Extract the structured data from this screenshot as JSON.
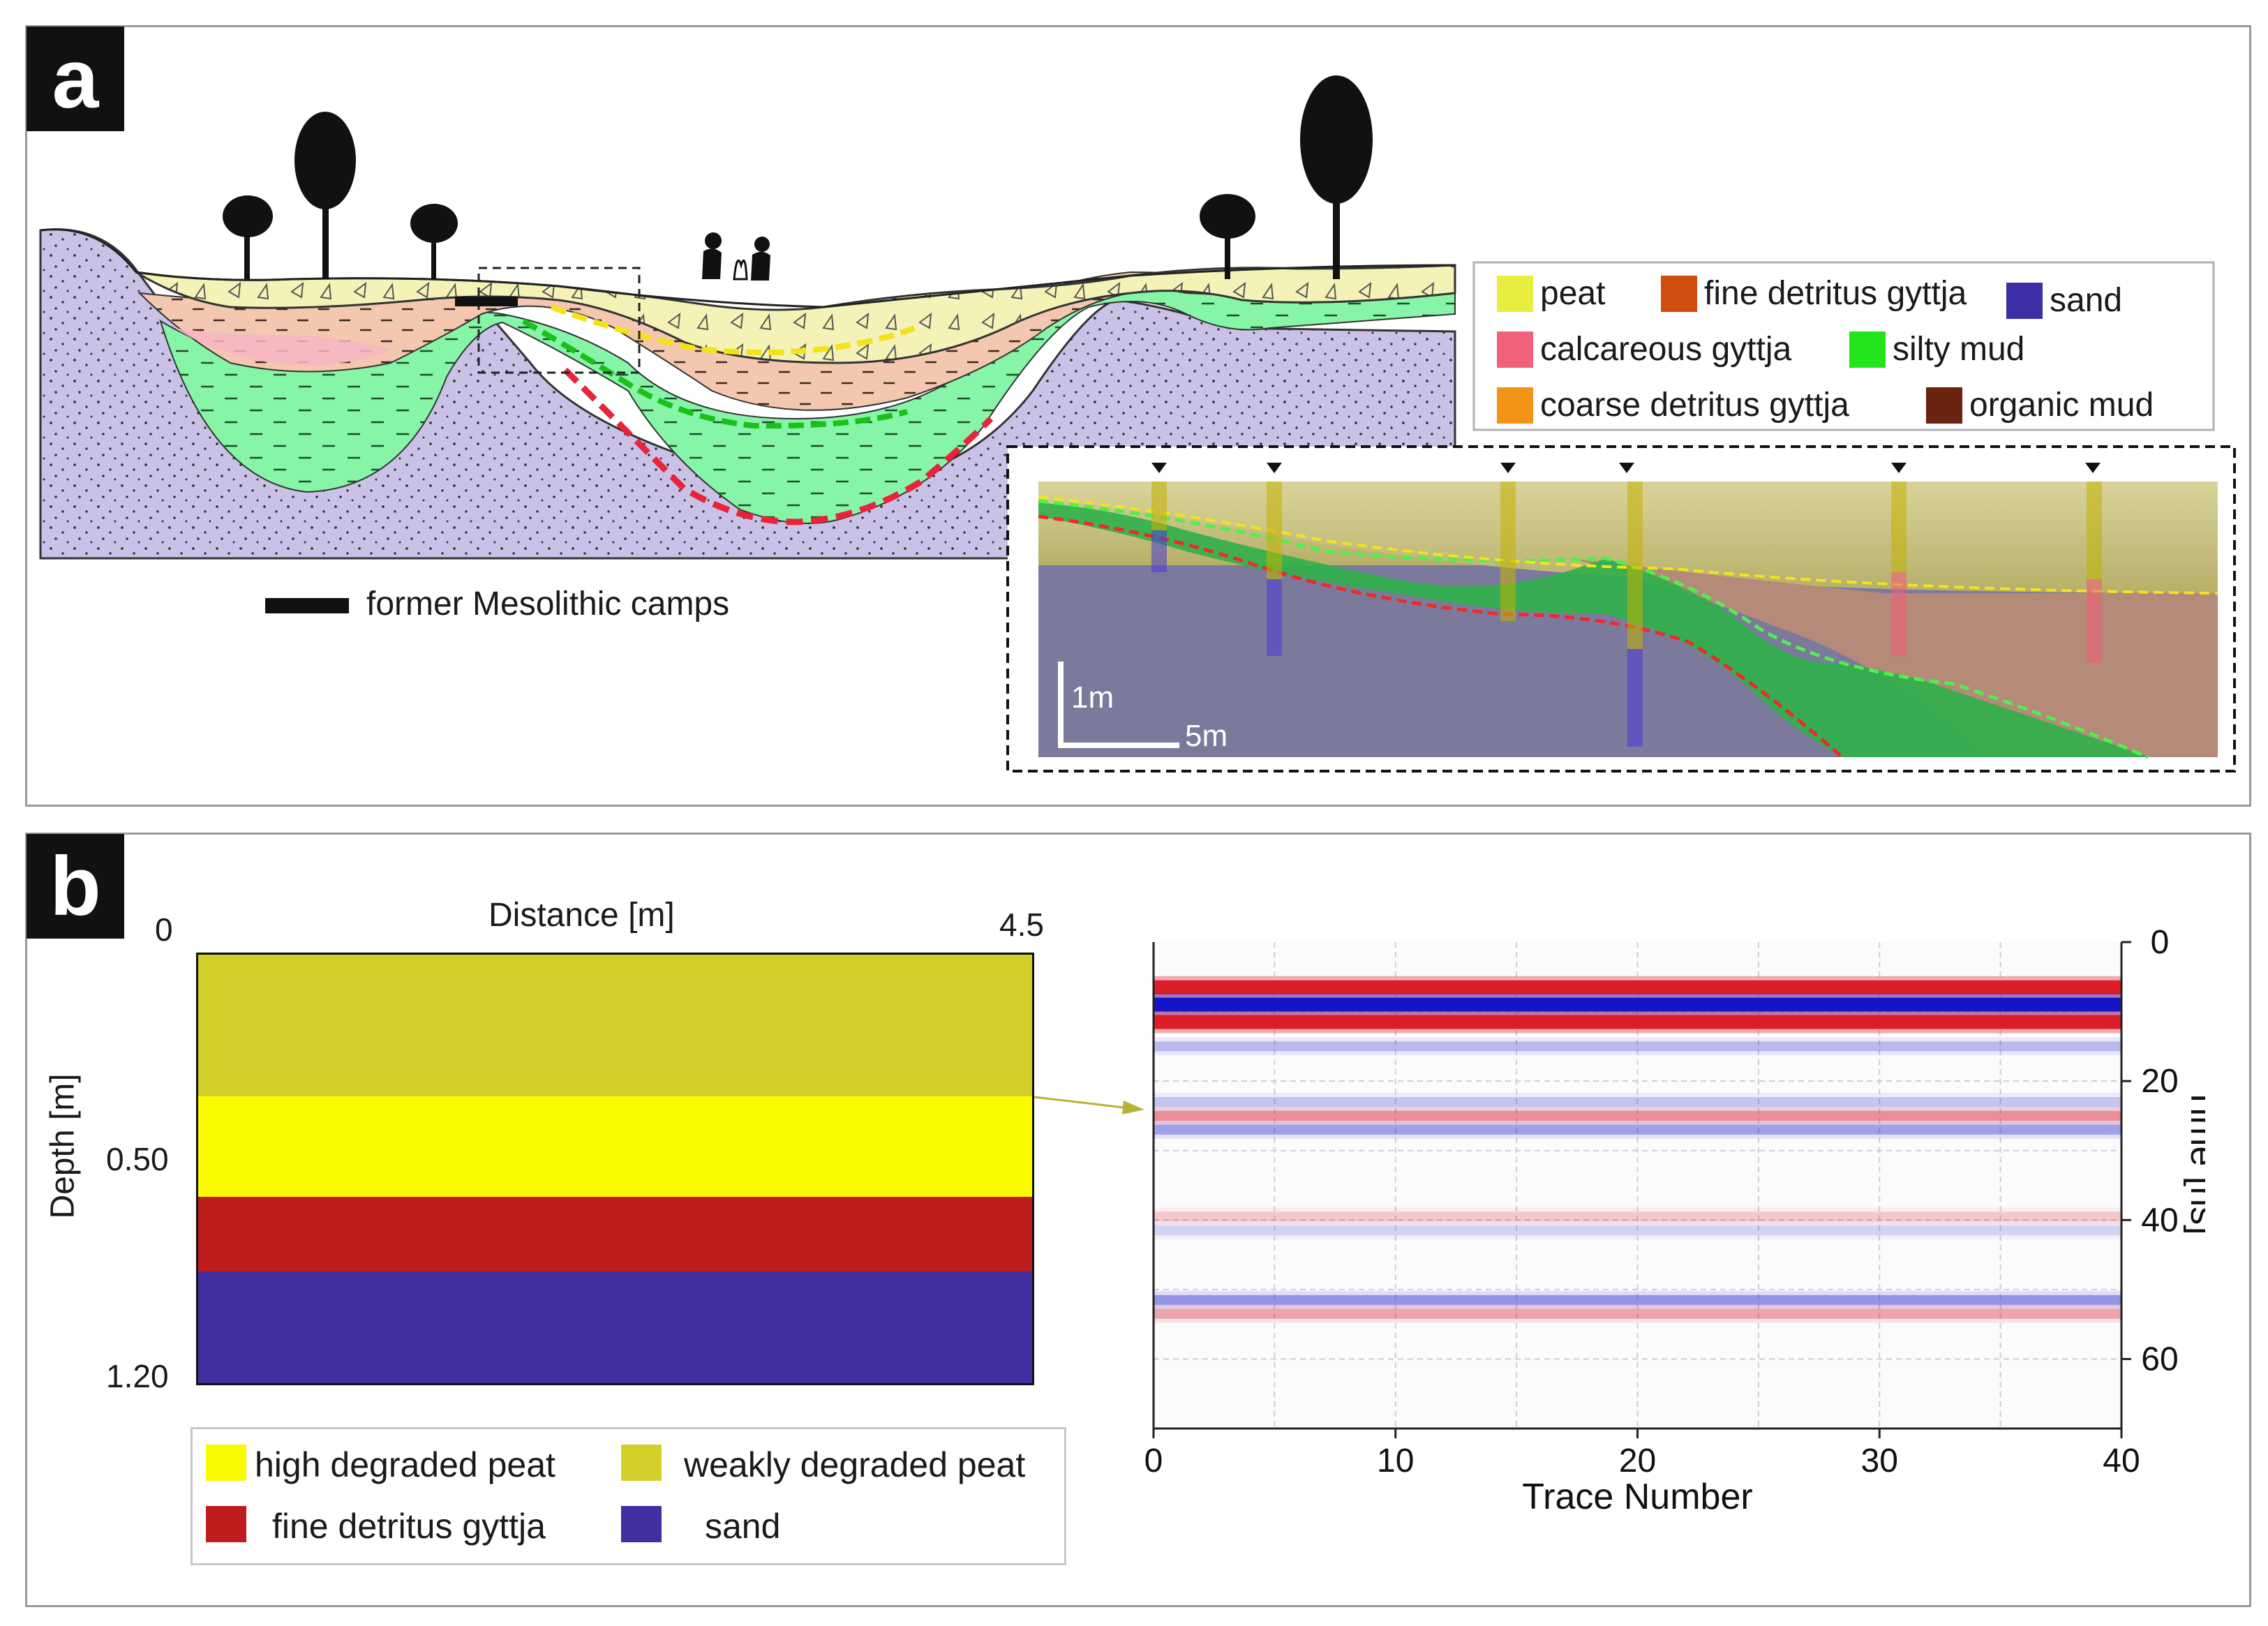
{
  "panel_a": {
    "label": "a",
    "legend": [
      {
        "name": "peat",
        "color": "#e8ee40"
      },
      {
        "name": "fine detritus gyttja",
        "color": "#d14e0e"
      },
      {
        "name": "sand",
        "color": "#3c2fa6"
      },
      {
        "name": "calcareous gyttja",
        "color": "#f2607a"
      },
      {
        "name": "silty mud",
        "color": "#22e51a"
      },
      {
        "name": "coarse detritus gyttja",
        "color": "#f39419"
      },
      {
        "name": "organic mud",
        "color": "#6a2410"
      }
    ],
    "camps_label": "former Mesolithic camps",
    "scale_vertical": "1m",
    "scale_horizontal": "5m"
  },
  "panel_b": {
    "label": "b",
    "model": {
      "x_title": "Distance [m]",
      "y_title": "Depth [m]",
      "x_ticks": [
        "0",
        "4.5"
      ],
      "y_ticks": [
        "0.50",
        "1.20"
      ],
      "layers": [
        {
          "name": "weakly degraded peat",
          "color": "#d2cf2a"
        },
        {
          "name": "high degraded peat",
          "color": "#fafa00"
        },
        {
          "name": "fine detritus gyttja",
          "color": "#bf1d1d"
        },
        {
          "name": "sand",
          "color": "#432ea0"
        }
      ]
    },
    "legend": [
      {
        "name": "high degraded peat",
        "color": "#fafa00"
      },
      {
        "name": "weakly degraded peat",
        "color": "#d2cf2a"
      },
      {
        "name": "fine detritus gyttja",
        "color": "#bf1d1d"
      },
      {
        "name": "sand",
        "color": "#432ea0"
      }
    ]
  },
  "chart_data": {
    "type": "heatmap",
    "title": "",
    "xlabel": "Trace Number",
    "ylabel": "Time [ns]",
    "xlim": [
      0,
      40
    ],
    "ylim": [
      0,
      70
    ],
    "y_inverted": true,
    "x_ticks": [
      "0",
      "10",
      "20",
      "30",
      "40"
    ],
    "y_ticks": [
      "0",
      "20",
      "40",
      "60"
    ],
    "reflections": [
      {
        "time_ns": 6.5,
        "polarity": "positive",
        "strength": 1.0
      },
      {
        "time_ns": 9.0,
        "polarity": "negative",
        "strength": 1.0
      },
      {
        "time_ns": 11.5,
        "polarity": "positive",
        "strength": 1.0
      },
      {
        "time_ns": 15.0,
        "polarity": "negative",
        "strength": 0.25
      },
      {
        "time_ns": 23.0,
        "polarity": "negative",
        "strength": 0.2
      },
      {
        "time_ns": 25.0,
        "polarity": "positive",
        "strength": 0.45
      },
      {
        "time_ns": 27.0,
        "polarity": "negative",
        "strength": 0.35
      },
      {
        "time_ns": 39.5,
        "polarity": "positive",
        "strength": 0.2
      },
      {
        "time_ns": 41.5,
        "polarity": "negative",
        "strength": 0.15
      },
      {
        "time_ns": 51.5,
        "polarity": "negative",
        "strength": 0.4
      },
      {
        "time_ns": 53.5,
        "polarity": "positive",
        "strength": 0.35
      }
    ]
  }
}
